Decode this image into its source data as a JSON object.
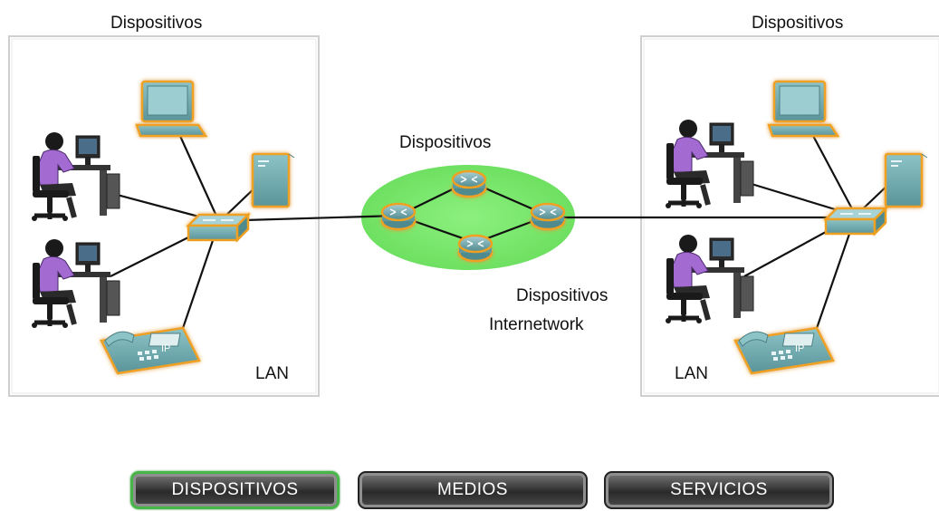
{
  "diagram": {
    "left_lan_title": "Dispositivos",
    "right_lan_title": "Dispositivos",
    "left_lan_label": "LAN",
    "right_lan_label": "LAN",
    "cloud_title": "Dispositivos",
    "internetwork_label_line1": "Dispositivos",
    "internetwork_label_line2": "Internetwork",
    "phone_tag": "IP"
  },
  "buttons": {
    "devices": "DISPOSITIVOS",
    "media": "MEDIOS",
    "services": "SERVICIOS"
  },
  "colors": {
    "cloud": "#7ee873",
    "device_teal": "#6fa7ac",
    "device_glow": "#f0a020",
    "active_border": "#46b648"
  }
}
